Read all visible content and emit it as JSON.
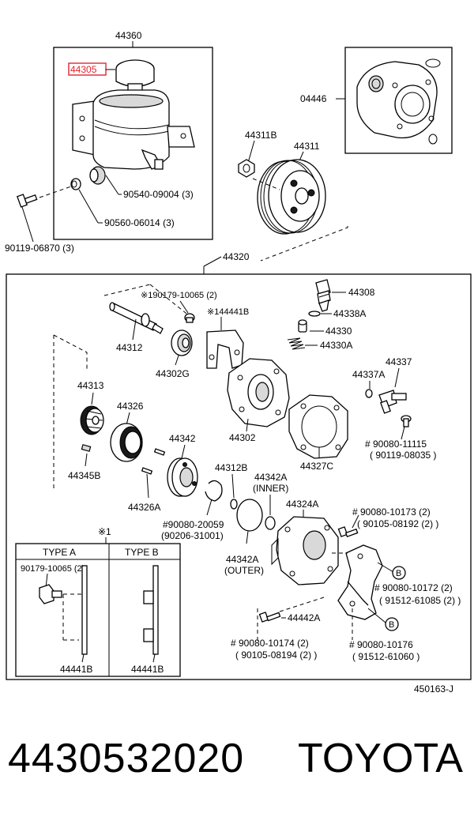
{
  "labels": {
    "l44360": "44360",
    "l44305": "44305",
    "l04446": "04446",
    "l44311B": "44311B",
    "l44311": "44311",
    "l90540": "90540-09004 (3)",
    "l90560": "90560-06014 (3)",
    "l90119": "90119-06870 (3)",
    "l44320": "44320",
    "l190179": "※190179-10065 (2)",
    "l144441B": "※144441B",
    "l44308": "44308",
    "l44338A": "44338A",
    "l44330": "44330",
    "l44330A": "44330A",
    "l44312": "44312",
    "l44302G": "44302G",
    "l44337": "44337",
    "l44337A": "44337A",
    "l44313": "44313",
    "l44326": "44326",
    "l44302": "44302",
    "l90080_11115": "# 90080-11115",
    "l90119_08035": "( 90119-08035 )",
    "l44342": "44342",
    "l44327C": "44327C",
    "l44345B": "44345B",
    "l44312B": "44312B",
    "l44342A_inner": "44342A",
    "l_inner": "(INNER)",
    "l44326A": "44326A",
    "l44324A": "44324A",
    "l90080_10173": "# 90080-10173 (2)",
    "l90105_08192": "( 90105-08192 (2) )",
    "l90080_20059": "#90080-20059",
    "l90206_31001": "(90206-31001)",
    "l_note1": "※1",
    "l44342A_outer": "44342A",
    "l_outer": "(OUTER)",
    "l90080_10172": "# 90080-10172 (2)",
    "l91512_61085": "( 91512-61085 (2) )",
    "l44442A": "44442A",
    "l90080_10174": "# 90080-10174 (2)",
    "l90105_08194": "( 90105-08194 (2) )",
    "l90080_10176": "# 90080-10176",
    "l91512_61060": "( 91512-61060 )",
    "b1": "B",
    "b2": "B",
    "ref": "450163-J"
  },
  "subtable": {
    "type_a": "TYPE  A",
    "type_b": "TYPE  B",
    "a_bolt": "90179-10065 (2)",
    "a_part": "44441B",
    "b_part": "44441B"
  },
  "footer": {
    "part_number": "4430532020",
    "brand": "TOYOTA"
  },
  "colors": {
    "highlight": "#e0262e"
  }
}
